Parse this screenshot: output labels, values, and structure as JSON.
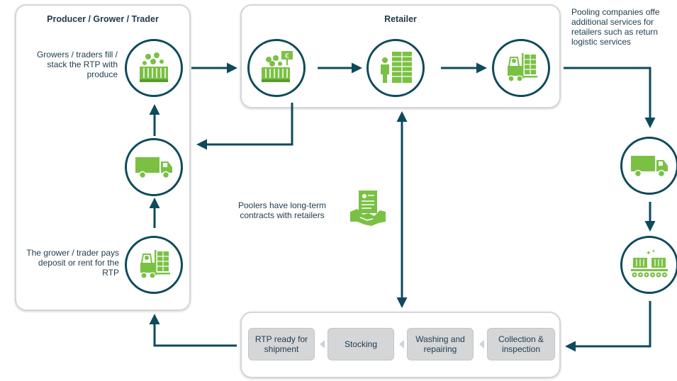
{
  "panels": {
    "producer_title": "Producer / Grower / Trader",
    "retailer_title": "Retailer"
  },
  "labels": {
    "growers_fill": "Growers / traders fill / stack the RTP with produce",
    "grower_pays": "The grower / trader pays deposit or rent for the RTP",
    "poolers_contracts": "Poolers have long-term contracts with retailers",
    "pooling_services": "Pooling companies offe additional services for retailers such as return logistic services"
  },
  "process_steps": [
    "RTP ready for shipment",
    "Stocking",
    "Washing and repairing",
    "Collection & inspection"
  ],
  "icons": {
    "crate_produce": "crate-produce-icon",
    "crate_euro": "crate-euro-icon",
    "worker_pallets": "worker-pallets-icon",
    "forklift": "forklift-icon",
    "truck": "truck-icon",
    "conveyor": "conveyor-icon",
    "contract_handshake": "contract-handshake-icon"
  },
  "colors": {
    "green": "#7ac143",
    "dark_teal": "#0e4a5c",
    "panel_border": "#d3d6d8",
    "step_fill": "#d5d6d7"
  }
}
